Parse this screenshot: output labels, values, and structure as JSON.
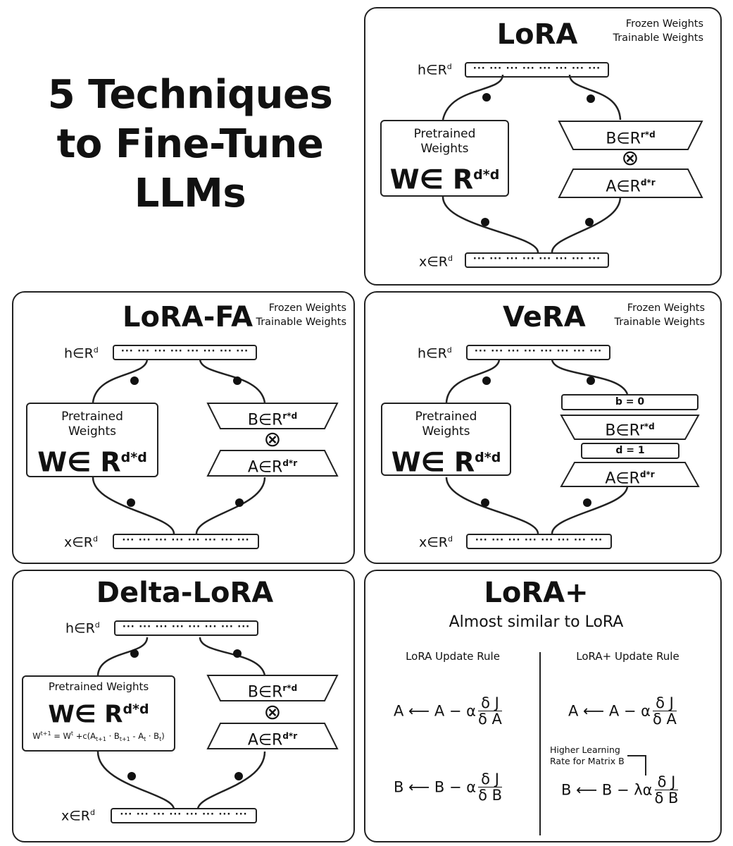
{
  "main_title": [
    "5 Techniques",
    "to Fine-Tune",
    "LLMs"
  ],
  "legend": {
    "frozen": "Frozen Weights",
    "trainable": "Trainable Weights"
  },
  "vector": {
    "dots": "··· ··· ··· ··· ··· ··· ··· ···",
    "h_label": "h∈R",
    "x_label": "x∈R",
    "sup": "d"
  },
  "weights": {
    "line1": "Pretrained",
    "line2": "Weights",
    "combined": "Pretrained Weights",
    "main": "W∈ R",
    "sup": "d*d"
  },
  "matrices": {
    "b": "B∈R",
    "b_sup": "r*d",
    "a": "A∈R",
    "a_sup": "d*r",
    "otimes": "⊗"
  },
  "panels": {
    "lora": {
      "title": "LoRA"
    },
    "lora_fa": {
      "title": "LoRA-FA"
    },
    "vera": {
      "title": "VeRA",
      "b_pill": "b = 0",
      "d_pill": "d = 1"
    },
    "delta_lora": {
      "title": "Delta-LoRA",
      "formula": {
        "w": "W",
        "t1": "t+1",
        "eq": " = W",
        "t": "t",
        "plus": " +c(A",
        "s1": "t+1",
        "mid": " · B",
        "s2": "t+1",
        "minus": " - A",
        "s3": "t",
        "dot": " · B",
        "s4": "t",
        "close": ")"
      }
    },
    "lora_plus": {
      "title": "LoRA+",
      "subtitle": "Almost similar to LoRA",
      "left_head": "LoRA Update Rule",
      "right_head": "LoRA+ Update Rule",
      "a_lhs": "A ⟵ A − α",
      "b_lhs": "B ⟵ B − α",
      "b_lhs_plus": "B ⟵ B − λα",
      "num": "δ J",
      "den_a": "δ A",
      "den_b": "δ B",
      "note_line1": "Higher Learning",
      "note_line2": "Rate for Matrix B"
    }
  }
}
